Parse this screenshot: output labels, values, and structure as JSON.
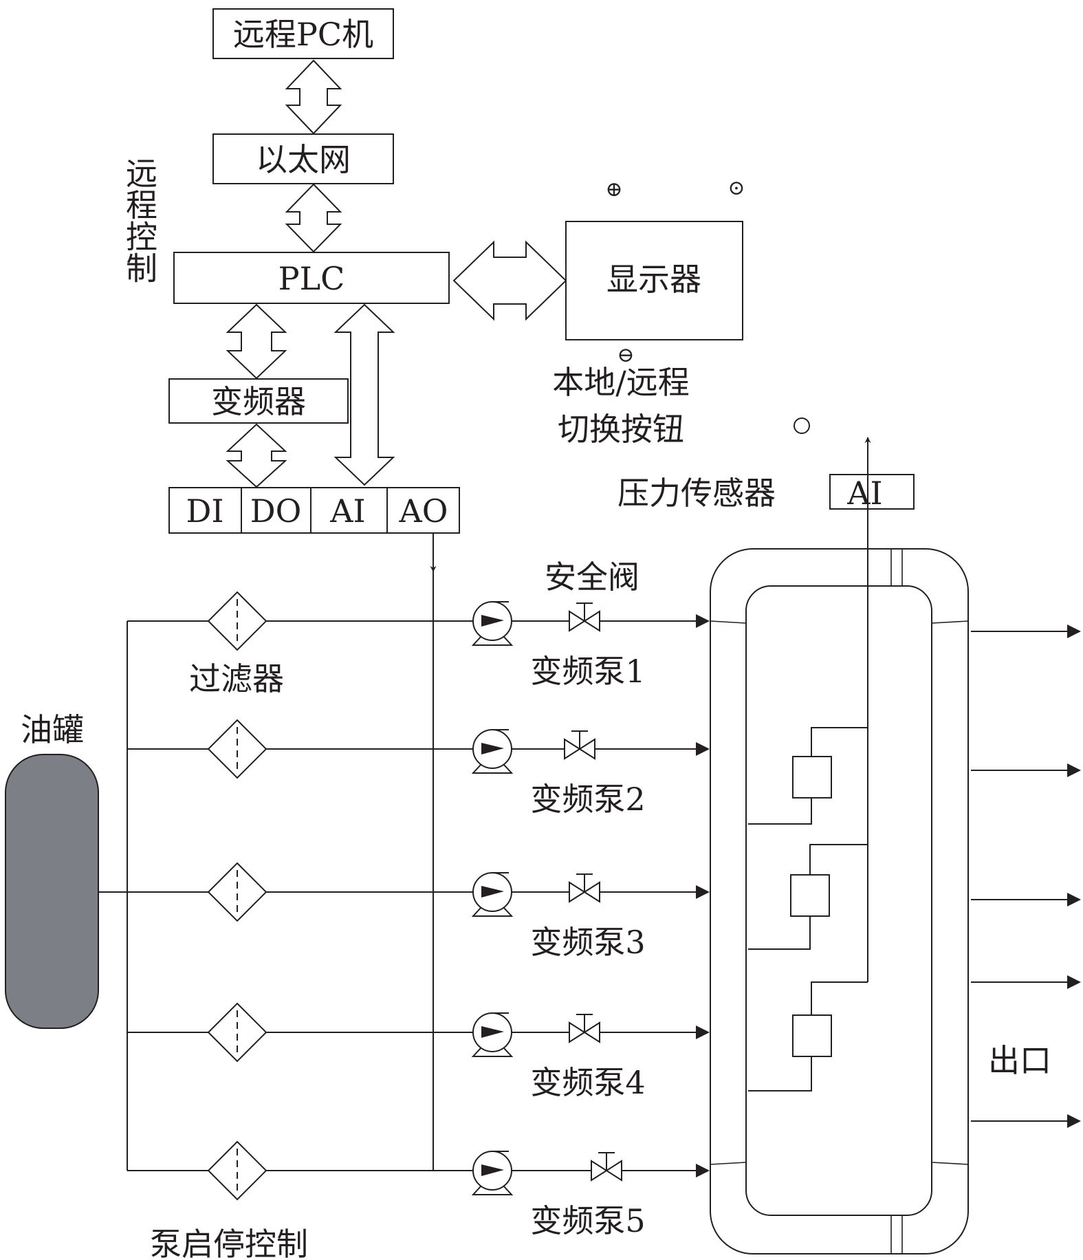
{
  "labels": {
    "remote_pc": "远程PC机",
    "ethernet": "以太网",
    "plc": "PLC",
    "remote_control": "远程控制",
    "inverter": "变频器",
    "io_di": "DI",
    "io_do": "DO",
    "io_ai": "AI",
    "io_ao": "AO",
    "display": "显示器",
    "switch_line1": "本地/远程",
    "switch_line2": "切换按钮",
    "pressure_sensor": "压力传感器",
    "sensor_ai": "AI",
    "safety_valve": "安全阀",
    "filter": "过滤器",
    "oil_tank": "油罐",
    "outlet": "出口",
    "pump_control": "泵启停控制",
    "pumps": [
      "变频泵1",
      "变频泵2",
      "变频泵3",
      "变频泵4",
      "变频泵5"
    ]
  },
  "colors": {
    "line": "#231f20",
    "tank_fill": "#7d7f86",
    "background": "#ffffff"
  },
  "icons": {
    "plus": "⊕",
    "minus": "⊖",
    "knob": "⊙"
  }
}
